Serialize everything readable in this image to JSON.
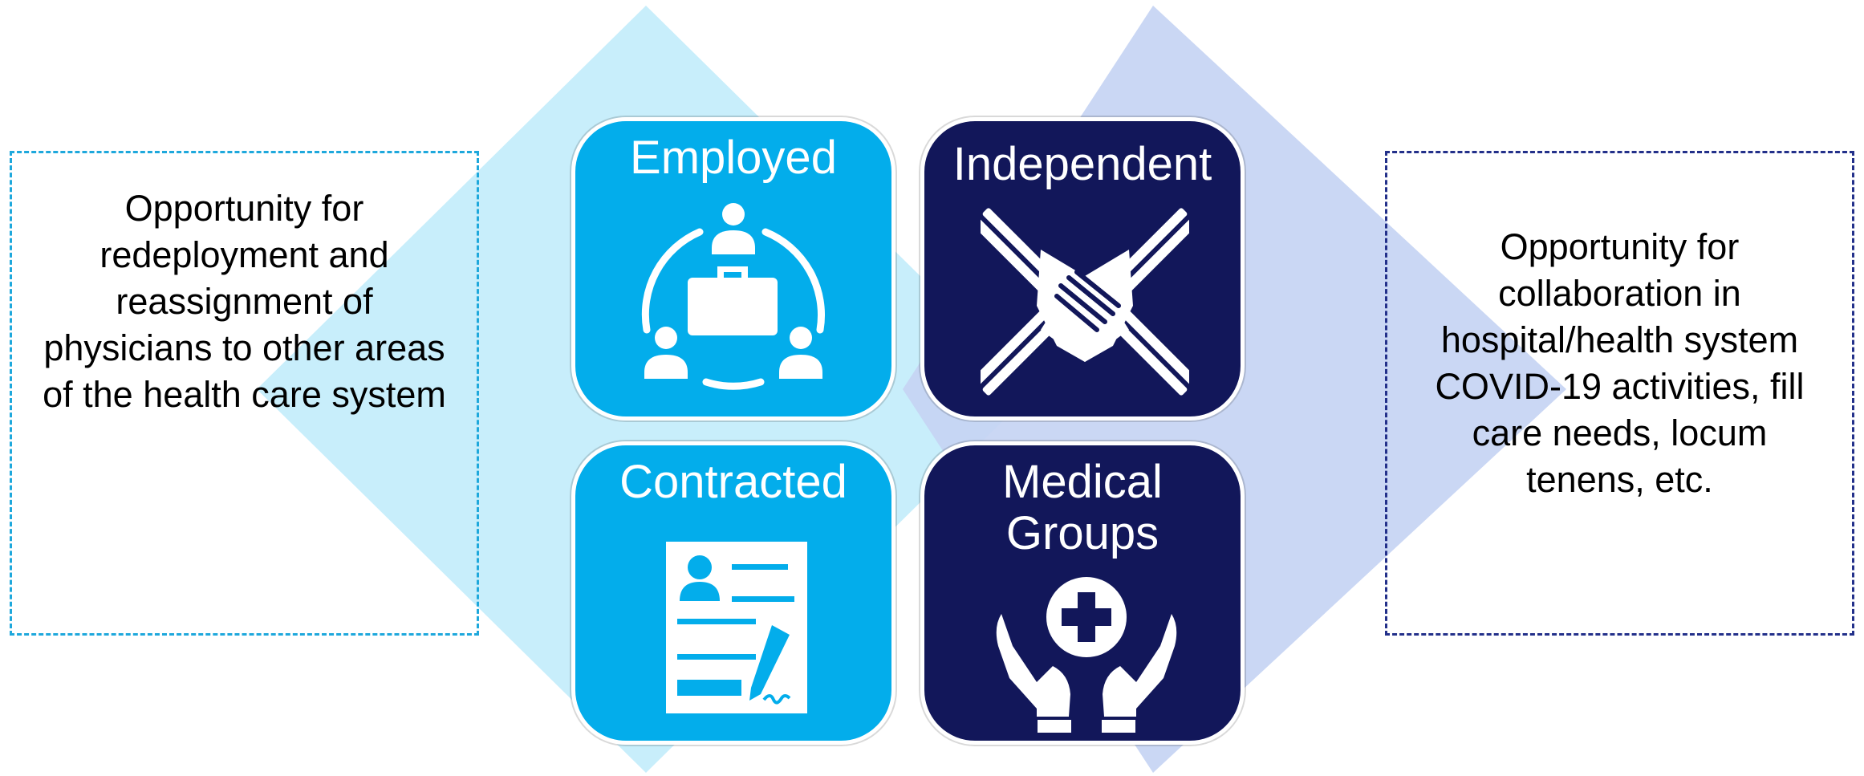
{
  "colors": {
    "light_tile": "#03adeb",
    "dark_tile": "#12175a",
    "light_diamond": "#c8eefb",
    "dark_diamond": "#c6d4f3",
    "left_border": "#1ea8dc",
    "right_border": "#23308a"
  },
  "left_box": {
    "text": "Opportunity for\nredeployment and\nreassignment of\nphysicians to other areas\nof the health care system"
  },
  "right_box": {
    "text": "Opportunity for\ncollaboration in\nhospital/health system\nCOVID-19 activities, fill\ncare needs, locum\ntenens, etc."
  },
  "tiles": [
    {
      "title": "Employed",
      "icon": "team-briefcase-icon"
    },
    {
      "title": "Independent",
      "icon": "handshake-icon"
    },
    {
      "title": "Contracted",
      "icon": "signed-contract-icon"
    },
    {
      "title": "Medical\nGroups",
      "icon": "hands-medical-cross-icon"
    }
  ]
}
